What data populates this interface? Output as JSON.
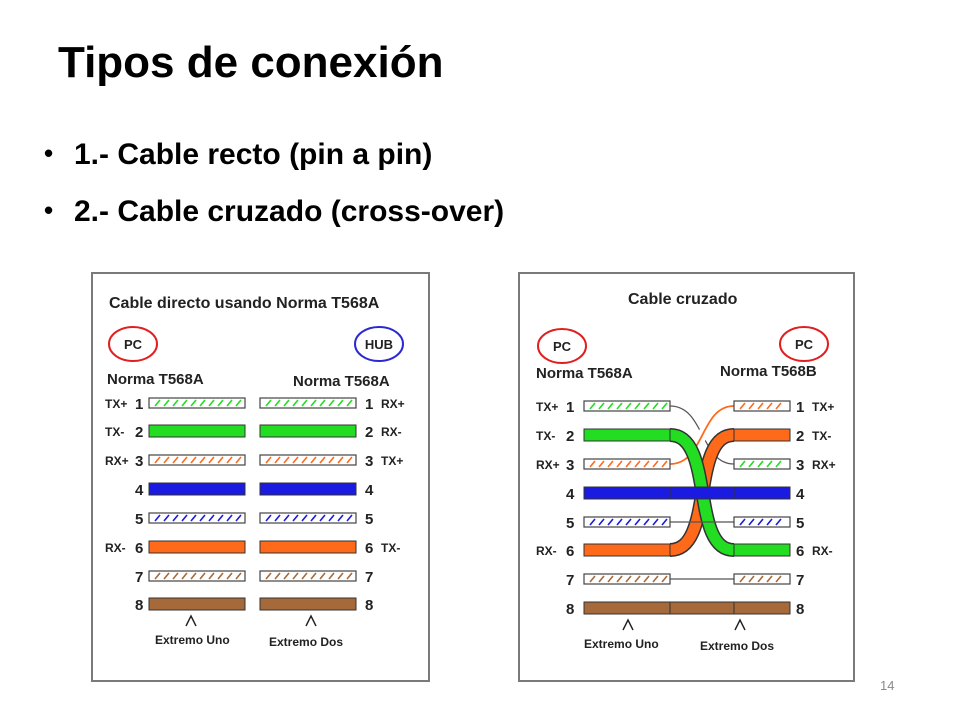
{
  "slide": {
    "title": "Tipos de conexión",
    "bullets": [
      "1.- Cable recto (pin a pin)",
      "2.- Cable cruzado (cross-over)"
    ],
    "page_number": "14"
  },
  "colors": {
    "green": "#22dd22",
    "orange": "#ff6a1a",
    "blue": "#1a1ae0",
    "brown": "#a66a3a",
    "circle_red": "#e02020",
    "circle_blue": "#2a2ad0"
  },
  "straight": {
    "title": "Cable directo usando Norma T568A",
    "left_device": "PC",
    "right_device": "HUB",
    "left_norm": "Norma T568A",
    "right_norm": "Norma T568A",
    "left_end": "Extremo Uno",
    "right_end": "Extremo Dos",
    "left_pins": [
      {
        "num": "1",
        "label": "TX+"
      },
      {
        "num": "2",
        "label": "TX-"
      },
      {
        "num": "3",
        "label": "RX+"
      },
      {
        "num": "4",
        "label": ""
      },
      {
        "num": "5",
        "label": ""
      },
      {
        "num": "6",
        "label": "RX-"
      },
      {
        "num": "7",
        "label": ""
      },
      {
        "num": "8",
        "label": ""
      }
    ],
    "right_pins": [
      {
        "num": "1",
        "label": "RX+"
      },
      {
        "num": "2",
        "label": "RX-"
      },
      {
        "num": "3",
        "label": "TX+"
      },
      {
        "num": "4",
        "label": ""
      },
      {
        "num": "5",
        "label": ""
      },
      {
        "num": "6",
        "label": "TX-"
      },
      {
        "num": "7",
        "label": ""
      },
      {
        "num": "8",
        "label": ""
      }
    ],
    "left_wires": [
      "green-stripe",
      "green",
      "orange-stripe",
      "blue",
      "blue-stripe",
      "orange",
      "brown-stripe",
      "brown"
    ],
    "right_wires": [
      "green-stripe",
      "green",
      "orange-stripe",
      "blue",
      "blue-stripe",
      "orange",
      "brown-stripe",
      "brown"
    ]
  },
  "crossover": {
    "title": "Cable cruzado",
    "left_device": "PC",
    "right_device": "PC",
    "left_norm": "Norma T568A",
    "right_norm": "Norma T568B",
    "left_end": "Extremo Uno",
    "right_end": "Extremo Dos",
    "left_pins": [
      {
        "num": "1",
        "label": "TX+"
      },
      {
        "num": "2",
        "label": "TX-"
      },
      {
        "num": "3",
        "label": "RX+"
      },
      {
        "num": "4",
        "label": ""
      },
      {
        "num": "5",
        "label": ""
      },
      {
        "num": "6",
        "label": "RX-"
      },
      {
        "num": "7",
        "label": ""
      },
      {
        "num": "8",
        "label": ""
      }
    ],
    "right_pins": [
      {
        "num": "1",
        "label": "TX+"
      },
      {
        "num": "2",
        "label": "TX-"
      },
      {
        "num": "3",
        "label": "RX+"
      },
      {
        "num": "4",
        "label": ""
      },
      {
        "num": "5",
        "label": ""
      },
      {
        "num": "6",
        "label": "RX-"
      },
      {
        "num": "7",
        "label": ""
      },
      {
        "num": "8",
        "label": ""
      }
    ],
    "left_wires": [
      "green-stripe",
      "green",
      "orange-stripe",
      "blue",
      "blue-stripe",
      "orange",
      "brown-stripe",
      "brown"
    ],
    "right_wires": [
      "orange-stripe",
      "orange",
      "green-stripe",
      "blue",
      "blue-stripe",
      "green",
      "brown-stripe",
      "brown"
    ]
  }
}
